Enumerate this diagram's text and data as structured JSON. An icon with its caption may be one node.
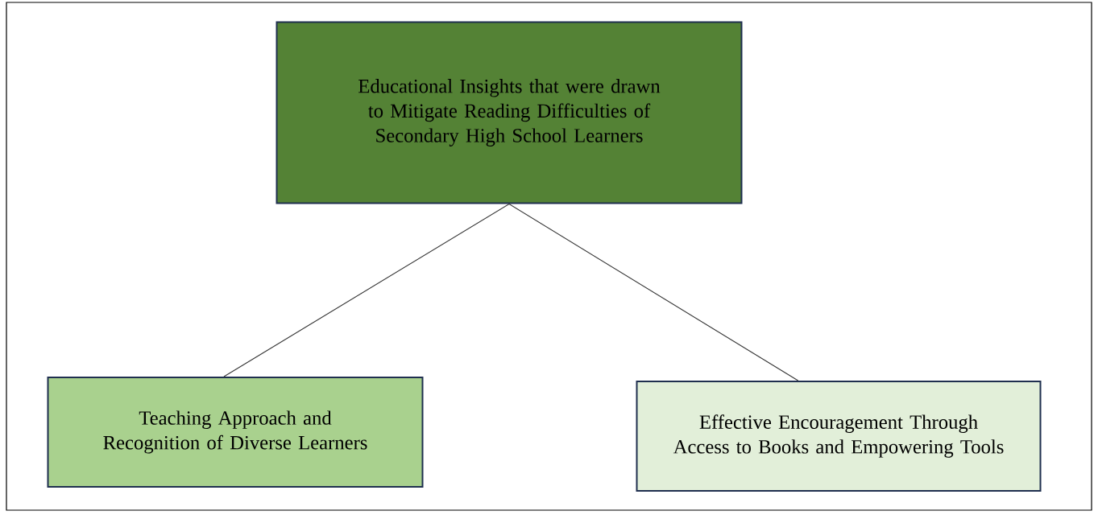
{
  "diagram": {
    "nodes": [
      {
        "text": [
          "Educational Insights that were drawn to Mitigate Reading Difficulties of Secondary High School Learners"
        ]
      },
      {
        "text": [
          "Teaching Approach and Recognition of Diverse Learners"
        ]
      },
      {
        "text": [
          "Effective Encouragement Through Access to Books and Empowering Tools"
        ]
      }
    ],
    "edges": [
      {
        "from": 0,
        "to": 1,
        "arrow": "none"
      },
      {
        "from": 0,
        "to": 2,
        "arrow": "none"
      }
    ]
  }
}
